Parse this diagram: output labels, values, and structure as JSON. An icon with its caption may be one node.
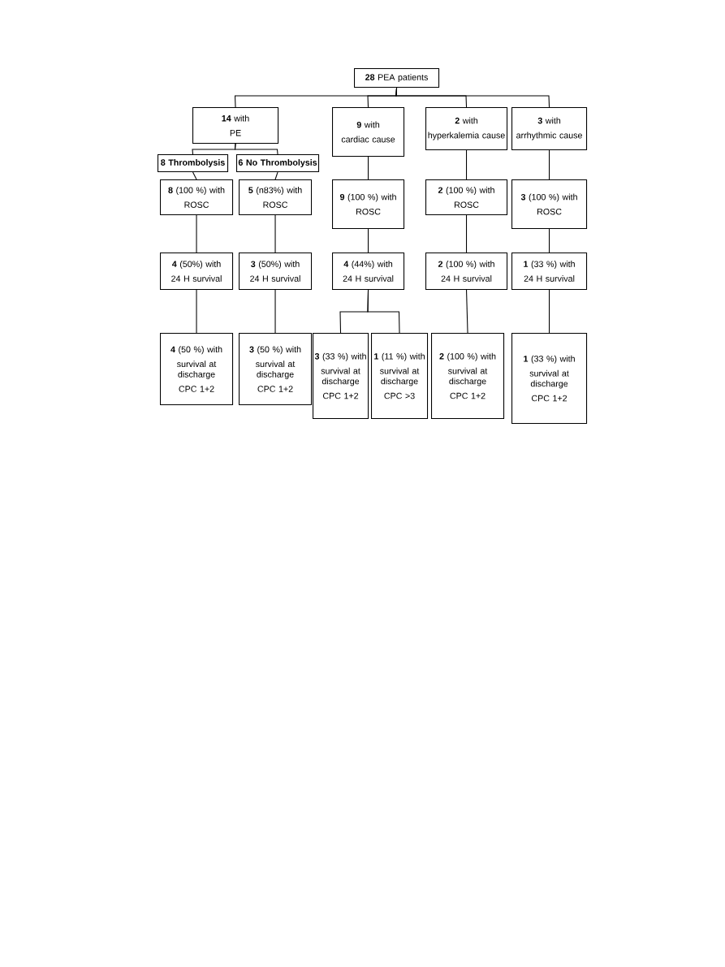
{
  "diagram": {
    "nodes": [
      {
        "text": [
          "**28** PEA patients"
        ]
      },
      {
        "text": [
          "**14** with",
          "PE"
        ]
      },
      {
        "text": [
          "**9** with",
          "cardiac cause"
        ]
      },
      {
        "text": [
          "**2** with",
          "hyperkalemia cause"
        ]
      },
      {
        "text": [
          "**3** with",
          "arrhythmic cause"
        ]
      },
      {
        "text": [
          "8 Thrombolysis"
        ]
      },
      {
        "text": [
          "6 No Thrombolysis"
        ]
      },
      {
        "text": [
          "**8** (100 %) with",
          "ROSC"
        ]
      },
      {
        "text": [
          "**5** (n83%) with",
          "ROSC"
        ]
      },
      {
        "text": [
          "**9** (100 %) with",
          "ROSC"
        ]
      },
      {
        "text": [
          "**2** (100 %) with",
          "ROSC"
        ]
      },
      {
        "text": [
          "**3** (100 %) with",
          "ROSC"
        ]
      },
      {
        "text": [
          "**4** (50%) with",
          "24 H survival"
        ]
      },
      {
        "text": [
          "**3** (50%) with",
          "24 H survival"
        ]
      },
      {
        "text": [
          "**4** (44%) with",
          "24 H survival"
        ]
      },
      {
        "text": [
          "**2** (100 %) with",
          "24 H survival"
        ]
      },
      {
        "text": [
          "**1** (33 %) with",
          "24 H survival"
        ]
      },
      {
        "text": [
          "**4** (50 %) with",
          "survival at discharge",
          "CPC 1+2"
        ]
      },
      {
        "text": [
          "**3** (50 %) with",
          "survival at discharge",
          "CPC 1+2"
        ]
      },
      {
        "text": [
          "**3** (33 %) with",
          "survival at discharge",
          "CPC 1+2"
        ]
      },
      {
        "text": [
          "**1** (11 %) with",
          "survival at discharge",
          "CPC >3"
        ]
      },
      {
        "text": [
          "**2** (100 %) with",
          "survival at discharge",
          "CPC 1+2"
        ]
      },
      {
        "text": [
          "**1** (33 %) with",
          "survival at discharge",
          "CPC 1+2"
        ]
      }
    ],
    "edges": [
      {
        "from": 0,
        "to": 1,
        "arrow": "none"
      },
      {
        "from": 0,
        "to": 2,
        "arrow": "none"
      },
      {
        "from": 0,
        "to": 3,
        "arrow": "none"
      },
      {
        "from": 0,
        "to": 4,
        "arrow": "none"
      },
      {
        "from": 1,
        "to": 5,
        "arrow": "none"
      },
      {
        "from": 1,
        "to": 6,
        "arrow": "none"
      },
      {
        "from": 5,
        "to": 7,
        "arrow": "none"
      },
      {
        "from": 6,
        "to": 8,
        "arrow": "none"
      },
      {
        "from": 2,
        "to": 9,
        "arrow": "none"
      },
      {
        "from": 3,
        "to": 10,
        "arrow": "none"
      },
      {
        "from": 4,
        "to": 11,
        "arrow": "none"
      },
      {
        "from": 7,
        "to": 12,
        "arrow": "none"
      },
      {
        "from": 8,
        "to": 13,
        "arrow": "none"
      },
      {
        "from": 9,
        "to": 14,
        "arrow": "none"
      },
      {
        "from": 10,
        "to": 15,
        "arrow": "none"
      },
      {
        "from": 11,
        "to": 16,
        "arrow": "none"
      },
      {
        "from": 12,
        "to": 17,
        "arrow": "none"
      },
      {
        "from": 13,
        "to": 18,
        "arrow": "none"
      },
      {
        "from": 14,
        "to": 19,
        "arrow": "none"
      },
      {
        "from": 14,
        "to": 20,
        "arrow": "none"
      },
      {
        "from": 15,
        "to": 21,
        "arrow": "none"
      },
      {
        "from": 16,
        "to": 22,
        "arrow": "none"
      }
    ]
  }
}
